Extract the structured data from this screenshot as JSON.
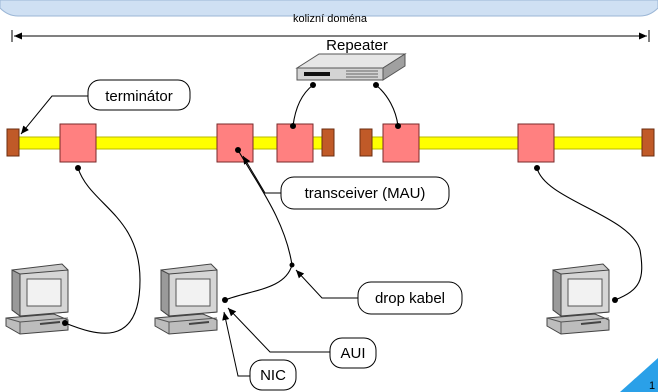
{
  "collision_domain": "kolizní doména",
  "repeater": "Repeater",
  "callouts": {
    "terminator": "terminátor",
    "transceiver": "transceiver (MAU)",
    "drop_cable": "drop kabel",
    "aui": "AUI",
    "nic": "NIC"
  },
  "page_number": "1",
  "colors": {
    "header_bar": "#cfe0f3",
    "cable": "#ffff00",
    "transceiver": "#ff8080",
    "terminator": "#c05a28",
    "slide_corner": "#2aa0e8"
  },
  "icons": [
    "computer-icon",
    "repeater-icon"
  ]
}
